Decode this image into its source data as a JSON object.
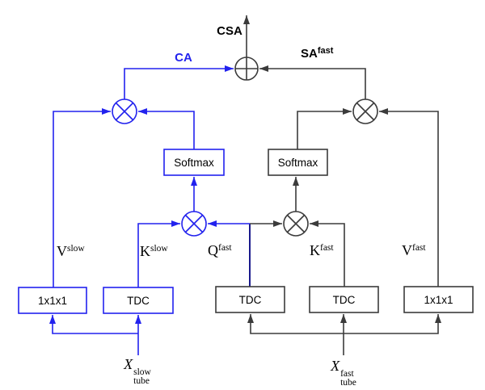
{
  "diagram": {
    "outputs": {
      "csa": "CSA",
      "ca": "CA",
      "sa": {
        "base": "SA",
        "sup": "fast"
      }
    },
    "boxes": {
      "softmax_slow": "Softmax",
      "softmax_fast": "Softmax",
      "conv_slow": "1x1x1",
      "tdc_slow": "TDC",
      "tdc_q": "TDC",
      "tdc_k_fast": "TDC",
      "conv_fast": "1x1x1"
    },
    "signals": {
      "v_slow": {
        "base": "V",
        "sup": "slow"
      },
      "k_slow": {
        "base": "K",
        "sup": "slow"
      },
      "q_fast": {
        "base": "Q",
        "sup": "fast"
      },
      "k_fast": {
        "base": "K",
        "sup": "fast"
      },
      "v_fast": {
        "base": "V",
        "sup": "fast"
      }
    },
    "inputs": {
      "x_slow": {
        "base": "X",
        "sup": "slow",
        "sub": "tube"
      },
      "x_fast": {
        "base": "X",
        "sup": "fast",
        "sub": "tube"
      }
    },
    "colors": {
      "slow_path": "#2222ee",
      "fast_path": "#3b3b3b",
      "q_shared_line": "#000080",
      "text": "#000000",
      "background": "#ffffff"
    }
  }
}
